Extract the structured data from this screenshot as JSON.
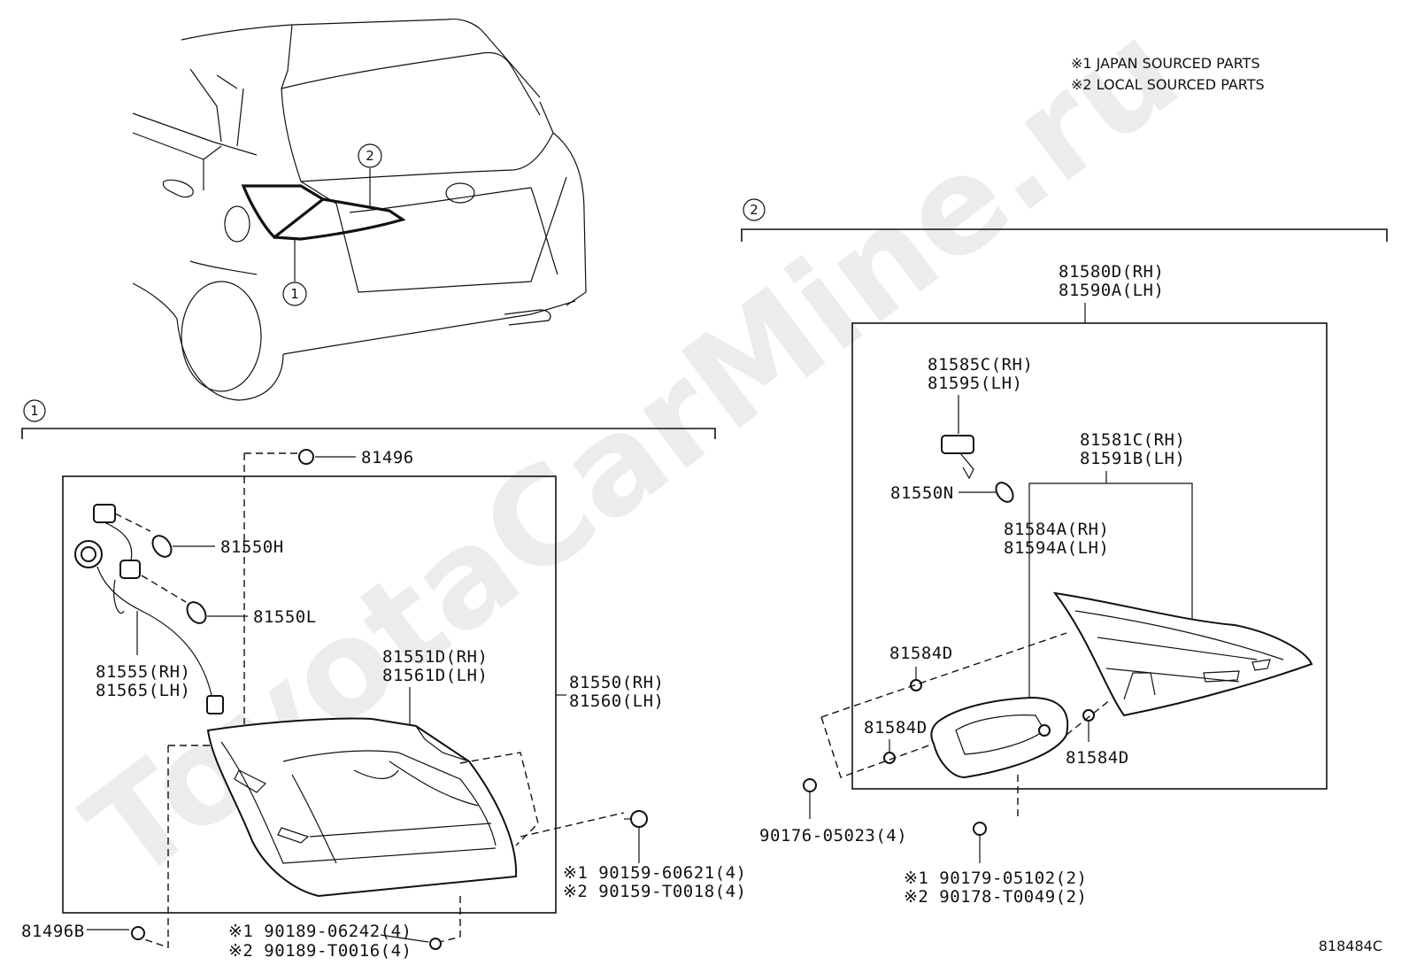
{
  "watermark": "ToyotaCarMine.ru",
  "notes": {
    "line1": "※1 JAPAN SOURCED PARTS",
    "line2": "※2 LOCAL SOURCED PARTS"
  },
  "callouts": {
    "c1": "1",
    "c2": "2",
    "group1": "1",
    "group2": "2"
  },
  "group1": {
    "p81496": "81496",
    "p81550H": "81550H",
    "p81550L": "81550L",
    "p81555": [
      "81555(RH)",
      "81565(LH)"
    ],
    "p81551D": [
      "81551D(RH)",
      "81561D(LH)"
    ],
    "p81550": [
      "81550(RH)",
      "81560(LH)"
    ],
    "p81496B": "81496B",
    "screw90159": [
      "※1 90159-60621(4)",
      "※2 90159-T0018(4)"
    ],
    "screw90189": [
      "※1 90189-06242(4)",
      "※2 90189-T0016(4)"
    ]
  },
  "group2": {
    "p81580D": [
      "81580D(RH)",
      "81590A(LH)"
    ],
    "p81585C": [
      "81585C(RH)",
      "81595(LH)"
    ],
    "p81581C": [
      "81581C(RH)",
      "81591B(LH)"
    ],
    "p81550N": "81550N",
    "p81584A": [
      "81584A(RH)",
      "81594A(LH)"
    ],
    "p81584D_a": "81584D",
    "p81584D_b": "81584D",
    "p81584D_c": "81584D",
    "p90176": "90176-05023(4)",
    "p90179": [
      "※1 90179-05102(2)",
      "※2 90178-T0049(2)"
    ]
  },
  "diagram_id": "818484C"
}
